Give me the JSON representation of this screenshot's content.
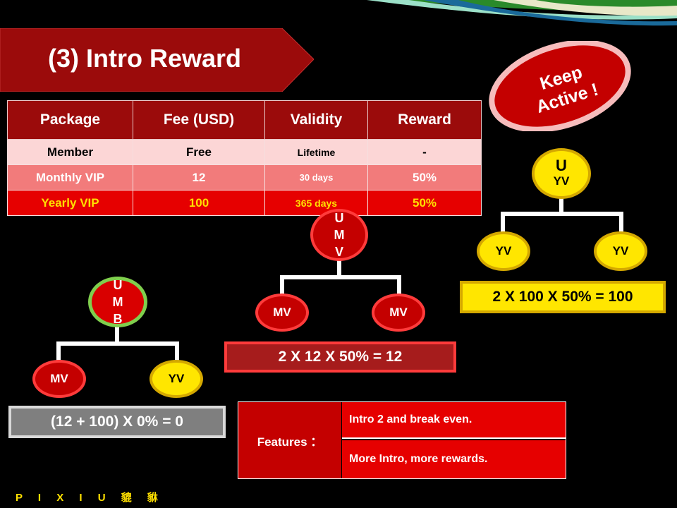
{
  "title": "(3) Intro Reward",
  "badge": {
    "line1": "Keep",
    "line2": "Active !"
  },
  "table": {
    "headers": [
      "Package",
      "Fee (USD)",
      "Validity",
      "Reward"
    ],
    "rows": [
      [
        "Member",
        "Free",
        "Lifetime",
        "-"
      ],
      [
        "Monthly VIP",
        "12",
        "30 days",
        "50%"
      ],
      [
        "Yearly VIP",
        "100",
        "365 days",
        "50%"
      ]
    ]
  },
  "trees": {
    "umb": {
      "root_lines": [
        "U",
        "M",
        "B"
      ],
      "left": "MV",
      "right": "YV",
      "formula": "(12 + 100) X 0% = 0"
    },
    "umv": {
      "root_lines": [
        "U",
        "M",
        "V"
      ],
      "left": "MV",
      "right": "MV",
      "formula": "2 X 12 X 50% = 12"
    },
    "uyv": {
      "root_lines": [
        "U",
        "YV"
      ],
      "left": "YV",
      "right": "YV",
      "formula": "2 X 100 X 50% = 100"
    }
  },
  "features": {
    "label": "Features ：",
    "items": [
      "Intro 2 and break even.",
      "More Intro, more rewards."
    ]
  },
  "brand": "P I X I U 貔 貅",
  "colors": {
    "title_bg": "#9b0b0b",
    "accent_red": "#e60000",
    "accent_yellow": "#ffe000",
    "background": "#000000"
  }
}
